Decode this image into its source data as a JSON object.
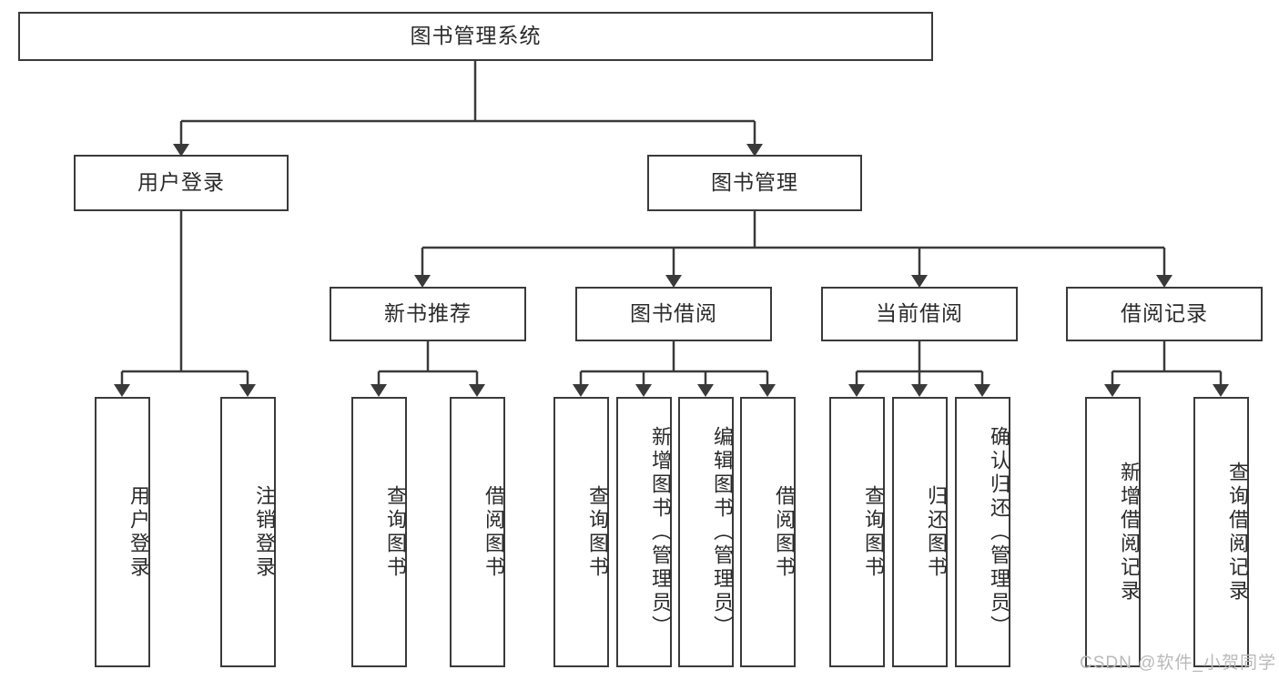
{
  "diagram": {
    "title": "图书管理系统",
    "type": "tree-hierarchy-diagram",
    "watermark": "CSDN @软件_小贺同学",
    "colors": {
      "stroke": "#3a3a3a",
      "fill": "#ffffff",
      "text": "#2b2b2b",
      "watermark": "#b9b9b9"
    },
    "nodes": {
      "root": {
        "label": "图书管理系统"
      },
      "level2": [
        {
          "id": "user-login",
          "label": "用户登录"
        },
        {
          "id": "book-management",
          "label": "图书管理"
        }
      ],
      "level3": [
        {
          "id": "new-book-recommend",
          "label": "新书推荐"
        },
        {
          "id": "book-borrow",
          "label": "图书借阅"
        },
        {
          "id": "current-borrow",
          "label": "当前借阅"
        },
        {
          "id": "borrow-record",
          "label": "借阅记录"
        }
      ],
      "leaves": {
        "user_login": [
          {
            "id": "leaf-user-login",
            "label": "用户登录"
          },
          {
            "id": "leaf-logout-login",
            "label": "注销登录"
          }
        ],
        "new_book_recommend": [
          {
            "id": "leaf-query-book-1",
            "label": "查询图书"
          },
          {
            "id": "leaf-borrow-book-1",
            "label": "借阅图书"
          }
        ],
        "book_borrow": [
          {
            "id": "leaf-query-book-2",
            "label": "查询图书"
          },
          {
            "id": "leaf-add-book",
            "label": "新增图书（管理员）"
          },
          {
            "id": "leaf-edit-book",
            "label": "编辑图书（管理员）"
          },
          {
            "id": "leaf-borrow-book-2",
            "label": "借阅图书"
          }
        ],
        "current_borrow": [
          {
            "id": "leaf-query-book-3",
            "label": "查询图书"
          },
          {
            "id": "leaf-return-book",
            "label": "归还图书"
          },
          {
            "id": "leaf-confirm-return",
            "label": "确认归还（管理员）"
          }
        ],
        "borrow_record": [
          {
            "id": "leaf-add-borrow-record",
            "label": "新增借阅记录"
          },
          {
            "id": "leaf-query-borrow-record",
            "label": "查询借阅记录"
          }
        ]
      }
    }
  }
}
